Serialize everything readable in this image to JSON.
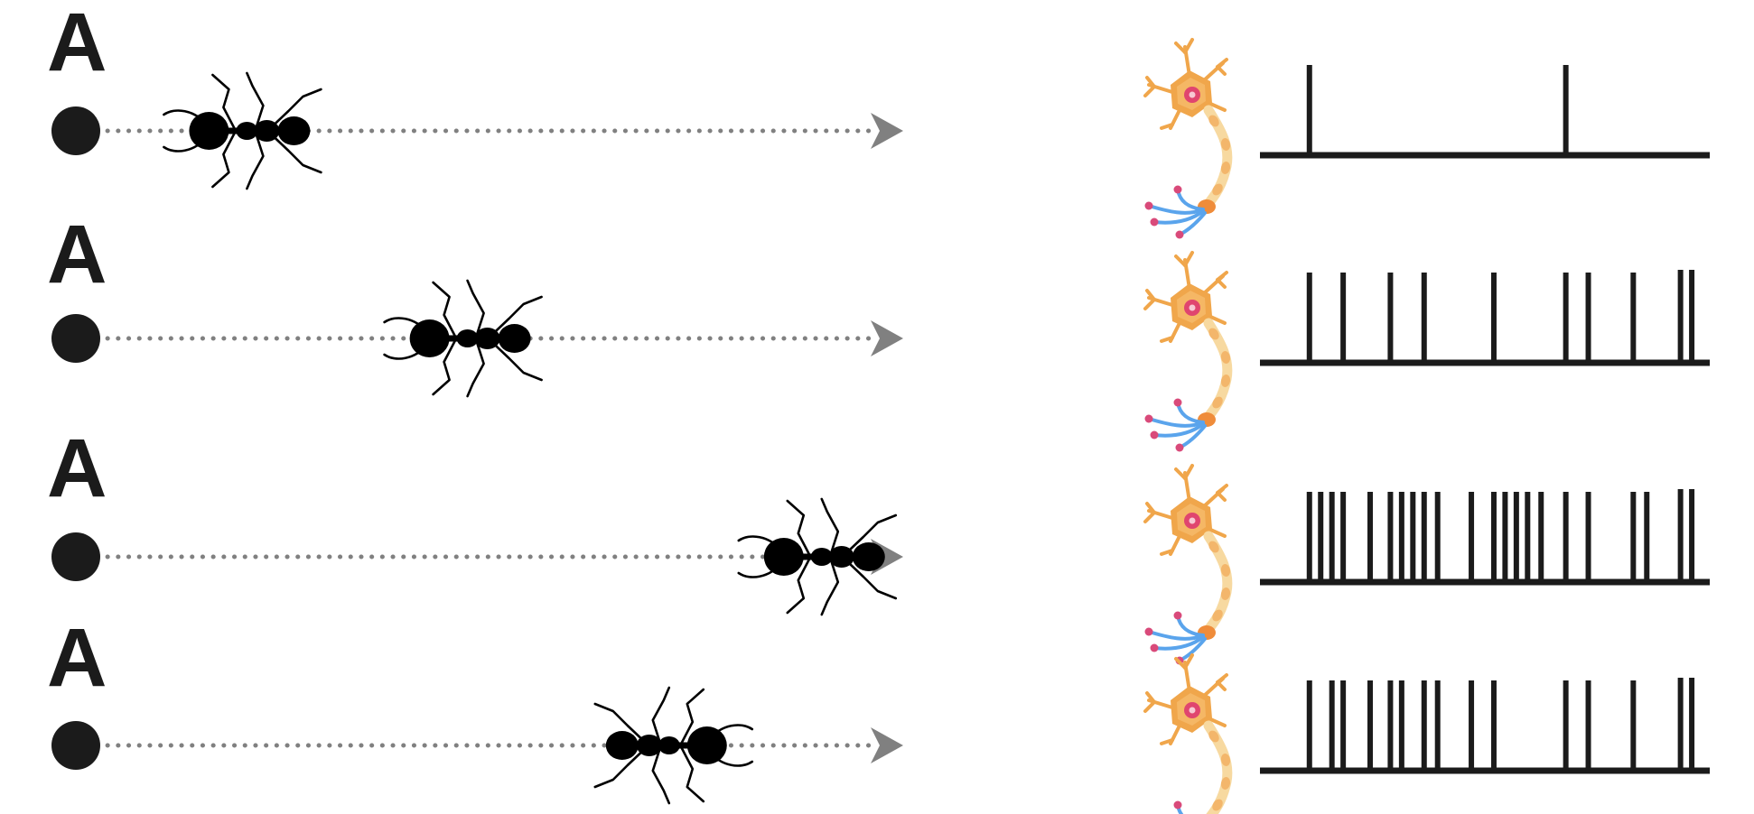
{
  "colors": {
    "ink": "#1b1b1b",
    "track": "#808080",
    "soma": "#f0a64b",
    "soma_inner": "#f5b765",
    "nucleus": "#e0456f",
    "axon": "#f7d9a0",
    "terminal": "#ef8c3a",
    "dendrite_blue": "#5aa4ec",
    "dendrite_tip": "#d94a7a"
  },
  "icons": {
    "start": "start-dot-icon",
    "animal": "ant-icon",
    "direction": "arrowhead-icon",
    "cell": "neuron-icon"
  },
  "rows": [
    {
      "label": "A",
      "ant_position": 0.11,
      "ant_facing": "left",
      "spike_times": [
        0.11,
        0.68
      ]
    },
    {
      "label": "A",
      "ant_position": 0.44,
      "ant_facing": "left",
      "spike_times": [
        0.11,
        0.185,
        0.29,
        0.365,
        0.52,
        0.68,
        0.73,
        0.83,
        0.935,
        0.96
      ]
    },
    {
      "label": "A",
      "ant_position": 0.97,
      "ant_facing": "left",
      "spike_times": [
        0.11,
        0.135,
        0.16,
        0.185,
        0.245,
        0.29,
        0.315,
        0.34,
        0.365,
        0.395,
        0.47,
        0.52,
        0.545,
        0.57,
        0.595,
        0.625,
        0.68,
        0.73,
        0.83,
        0.86,
        0.935,
        0.96
      ]
    },
    {
      "label": "A",
      "ant_position": 0.72,
      "ant_facing": "right",
      "spike_times": [
        0.11,
        0.16,
        0.185,
        0.245,
        0.29,
        0.315,
        0.365,
        0.395,
        0.47,
        0.52,
        0.68,
        0.73,
        0.83,
        0.935,
        0.96
      ]
    }
  ]
}
